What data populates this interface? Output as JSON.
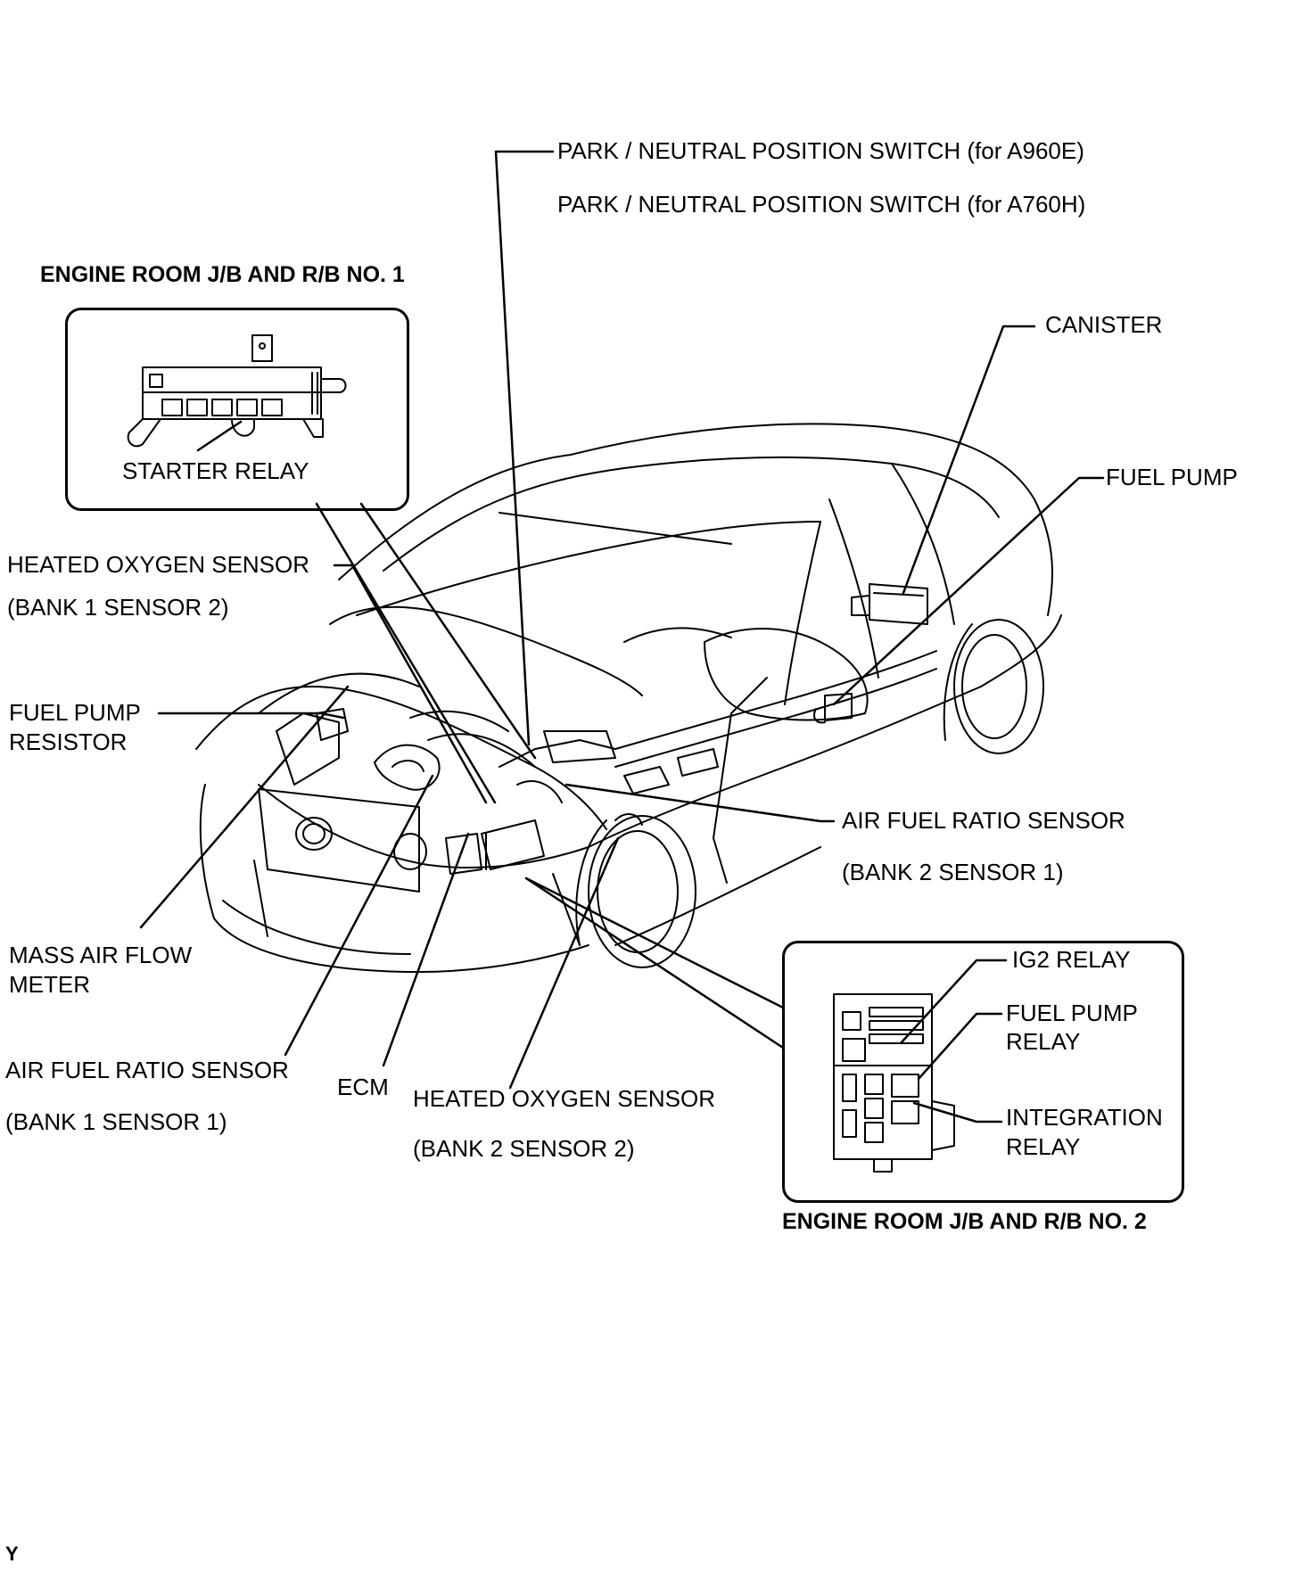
{
  "labels": {
    "park_neutral_a960e": "PARK / NEUTRAL POSITION SWITCH (for A960E)",
    "park_neutral_a760h": "PARK / NEUTRAL POSITION SWITCH (for A760H)",
    "engine_room_jb1": "ENGINE ROOM J/B AND R/B NO. 1",
    "starter_relay": "STARTER RELAY",
    "canister": "CANISTER",
    "fuel_pump": "FUEL PUMP",
    "heated_o2_b1s2_line1": "HEATED OXYGEN SENSOR",
    "heated_o2_b1s2_line2": "(BANK 1 SENSOR 2)",
    "fuel_pump_resistor_line1": "FUEL PUMP",
    "fuel_pump_resistor_line2": "RESISTOR",
    "afr_b2s1_line1": "AIR FUEL RATIO SENSOR",
    "afr_b2s1_line2": "(BANK 2 SENSOR 1)",
    "maf_line1": "MASS AIR FLOW",
    "maf_line2": "METER",
    "afr_b1s1_line1": "AIR FUEL RATIO SENSOR",
    "afr_b1s1_line2": "(BANK 1 SENSOR 1)",
    "ecm": "ECM",
    "heated_o2_b2s2_line1": "HEATED OXYGEN SENSOR",
    "heated_o2_b2s2_line2": "(BANK 2 SENSOR 2)",
    "ig2_relay": "IG2 RELAY",
    "fuel_pump_relay_line1": "FUEL PUMP",
    "fuel_pump_relay_line2": "RELAY",
    "integration_relay_line1": "INTEGRATION",
    "integration_relay_line2": "RELAY",
    "engine_room_jb2": "ENGINE ROOM J/B AND R/B NO. 2",
    "figure_code": "Y"
  }
}
